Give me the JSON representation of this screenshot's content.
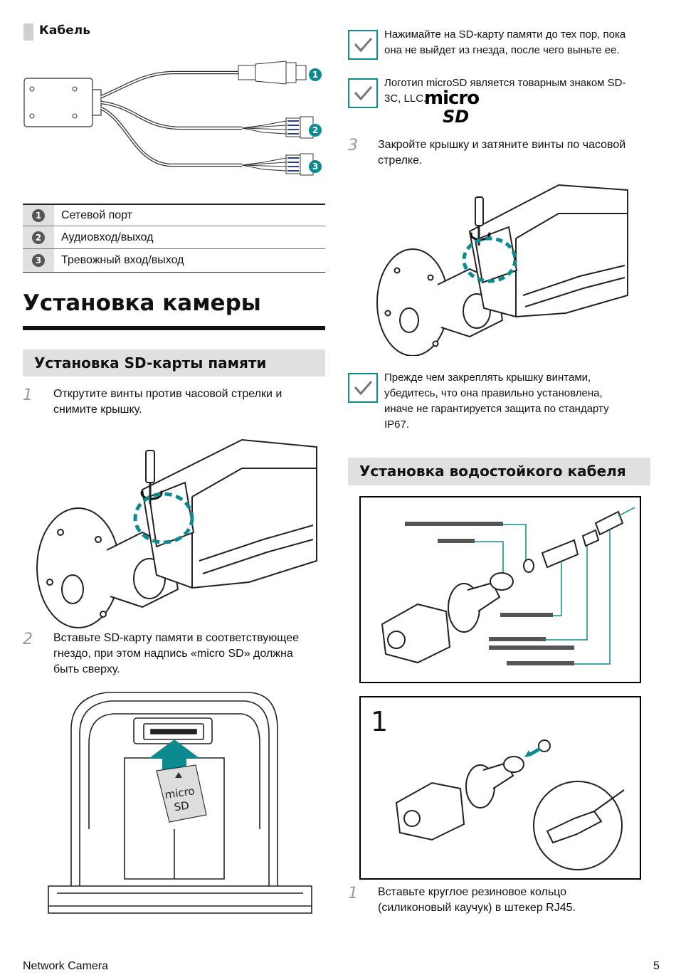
{
  "cable_section": {
    "title": "Кабель",
    "callouts": [
      "1",
      "2",
      "3"
    ],
    "table": [
      {
        "num": "1",
        "label": "Сетевой порт"
      },
      {
        "num": "2",
        "label": "Аудиовход/выход"
      },
      {
        "num": "3",
        "label": "Тревожный вход/выход"
      }
    ]
  },
  "main_title": "Установка камеры",
  "sd_section": {
    "title": "Установка SD-карты памяти",
    "steps": [
      {
        "num": "1",
        "text": "Открутите винты против часовой стрелки и снимите крышку."
      },
      {
        "num": "2",
        "text": "Вставьте SD-карту памяти в соответствующее гнездо, при этом надпись «micro SD» должна быть сверху."
      },
      {
        "num": "3",
        "text": "Закройте крышку и затяните винты по часовой стрелке."
      }
    ],
    "card_label_line1": "micro",
    "card_label_line2": "SD"
  },
  "notes": {
    "note1": "Нажимайте на SD-карту памяти до тех пор, пока она не выйдет из гнезда, после чего выньте ее.",
    "note2": "Логотип microSD является товарным знаком SD-3C, LLC.",
    "note3": "Прежде чем закреплять крышку винтами, убедитесь, что она правильно установлена, иначе не гарантируется защита по стандарту IP67."
  },
  "microsd_logo": {
    "line1": "micro",
    "line2": "SD"
  },
  "waterproof_section": {
    "title": "Установка водостойкого кабеля",
    "figure_step_number": "1",
    "step": {
      "num": "1",
      "text": "Вставьте круглое резиновое кольцо (силиконовый каучук) в штекер RJ45."
    }
  },
  "footer": {
    "left": "Network Camera",
    "page": "5"
  },
  "colors": {
    "accent": "#0b8a8f",
    "subhead_bg": "#e0e0e0",
    "step_number": "#999999"
  }
}
